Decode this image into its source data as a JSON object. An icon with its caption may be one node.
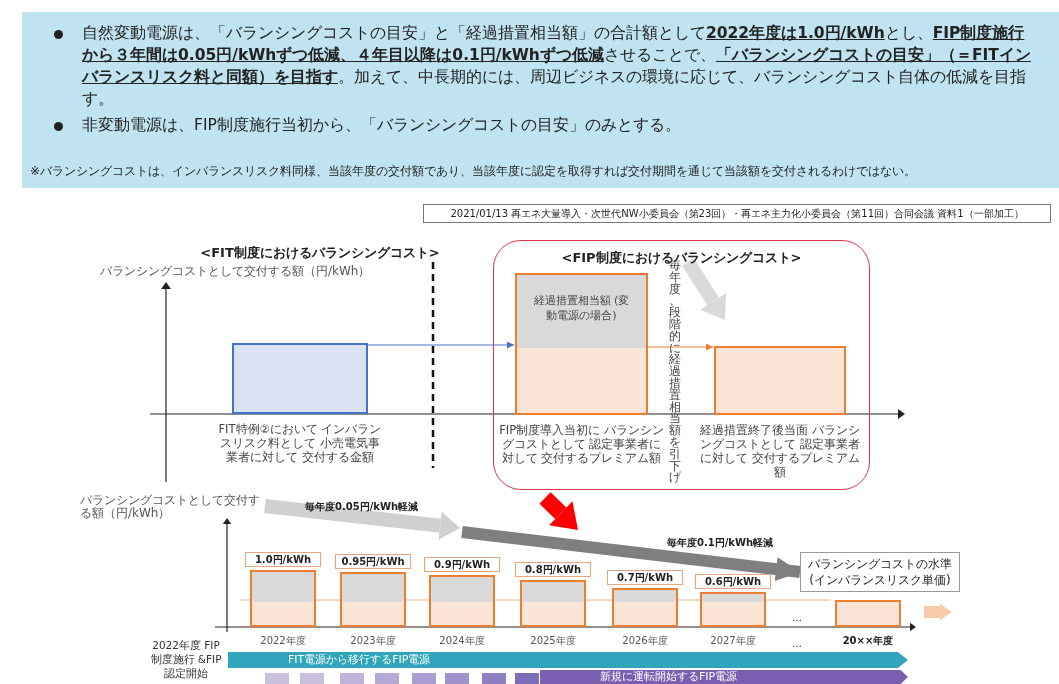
{
  "diagram": {
    "nodes": [
      {
        "text": [],
        "shape": "bar",
        "beside": [
          "FIT特例②において インバランスリスク料として 小売電気事業者に対して 交付する金額"
        ]
      },
      {
        "text": [
          "<FIP制度におけるバランシングコスト>"
        ]
      },
      {
        "text": [
          "経過措置相当額 (変動電源の場合)"
        ],
        "in": 1,
        "beside": [
          "FIP制度導入当初に バランシングコストとして 認定事業者に対して 交付するプレミアム額"
        ]
      },
      {
        "text": [],
        "shape": "bar",
        "in": 1,
        "beside": [
          "経過措置終了後当面 バランシングコストとして 認定事業者に対して 交付するプレミアム額"
        ]
      },
      {
        "text": [],
        "shape": "bar",
        "beside": [
          "1.0円/kWh",
          "2022年度"
        ]
      },
      {
        "text": [],
        "shape": "bar",
        "beside": [
          "0.95円/kWh",
          "2023年度"
        ]
      },
      {
        "text": [],
        "shape": "bar",
        "beside": [
          "0.9円/kWh",
          "2024年度"
        ]
      },
      {
        "text": [],
        "shape": "bar",
        "beside": [
          "0.8円/kWh",
          "2025年度"
        ]
      },
      {
        "text": [],
        "shape": "bar",
        "beside": [
          "0.7円/kWh",
          "2026年度"
        ]
      },
      {
        "text": [],
        "shape": "bar",
        "beside": [
          "0.6円/kWh",
          "2027年度"
        ]
      },
      {
        "text": [],
        "shape": "bar",
        "beside": [
          "20××年度"
        ]
      },
      {
        "text": [
          "バランシングコストの水準 (インバランスリスク単価)"
        ]
      },
      {
        "text": [
          "FIT電源から移行するFIP電源"
        ]
      },
      {
        "text": [
          "新規に運転開始するFIP電源"
        ]
      }
    ],
    "edges": [
      {
        "from": 0,
        "to": 2,
        "arrow": "to",
        "color": "#4472c4"
      },
      {
        "from": 2,
        "to": 3,
        "arrow": "to",
        "color": "#ed7d31"
      },
      {
        "from": null,
        "to": 11,
        "arrow": "to",
        "label": "毎年度0.1円/kWh軽減",
        "style": "thick",
        "color": "#7f7f7f"
      }
    ],
    "labels": [
      "自然変動電源は、「バランシングコストの目安」と「経過措置相当額」の合計額として**2022年度は1.0円/kWh**とし、**FIP制度施行から３年間は0.05円/kWhずつ低減、４年目以降は0.1円/kWhずつ低減**させることで、**「バランシングコストの目安」（＝FITインバランスリスク料と同額）を目指す**。加えて、中長期的には、周辺ビジネスの環境に応じて、バランシングコスト自体の低減を目指す。",
      "非変動電源は、FIP制度施行当初から、「バランシングコストの目安」のみとする。",
      "※バランシングコストは、インバランスリスク料同様、当該年度の交付額であり、当該年度に認定を取得すれば交付期間を通じて当該額を交付されるわけではない。",
      "2021/01/13 再エネ大量導入・次世代NW小委員会（第23回）・再エネ主力化小委員会（第11回）合同会議 資料1（一部加工）",
      "<FIT制度におけるバランシングコスト>",
      "バランシングコストとして交付する額（円/kWh）",
      "毎年度、段階的に経過措置相当額を引下げ",
      "バランシングコストとして交付する額（円/kWh）",
      "毎年度0.05円/kWh軽減",
      "…",
      "…",
      "2022年度 FIP制度施行 &FIP認定開始"
    ]
  }
}
